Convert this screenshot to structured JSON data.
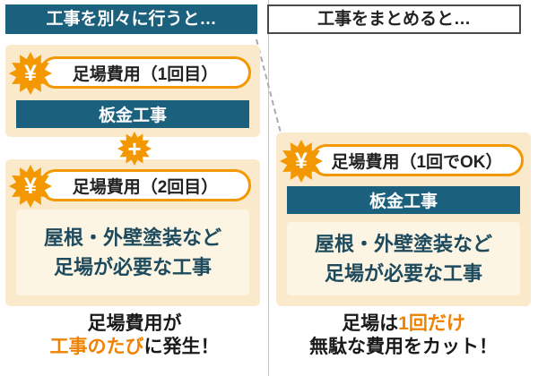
{
  "colors": {
    "teal": "#1B607C",
    "orange": "#F39800",
    "orange_text": "#EF8200",
    "cream": "#FAE9CB",
    "cream_light": "#FCF5E3",
    "note_text": "#1E4A5E",
    "divider": "#C6C6C6"
  },
  "left": {
    "header": "工事を別々に行うと…",
    "cost1_label": "足場費用（1回目）",
    "work1_label": "板金工事",
    "cost2_label": "足場費用（2回目）",
    "note_line1": "屋根・外壁塗装など",
    "note_line2": "足場が必要な工事",
    "caption_line1": "足場費用が",
    "caption_highlight": "工事のたび",
    "caption_suffix": "に発生！"
  },
  "right": {
    "header": "工事をまとめると…",
    "cost_label": "足場費用（1回でOK）",
    "work_label": "板金工事",
    "note_line1": "屋根・外壁塗装など",
    "note_line2": "足場が必要な工事",
    "caption_prefix": "足場は",
    "caption_highlight": "1回だけ",
    "caption_line2": "無駄な費用をカット！"
  },
  "icons": {
    "yen": "¥",
    "plus": "+"
  }
}
